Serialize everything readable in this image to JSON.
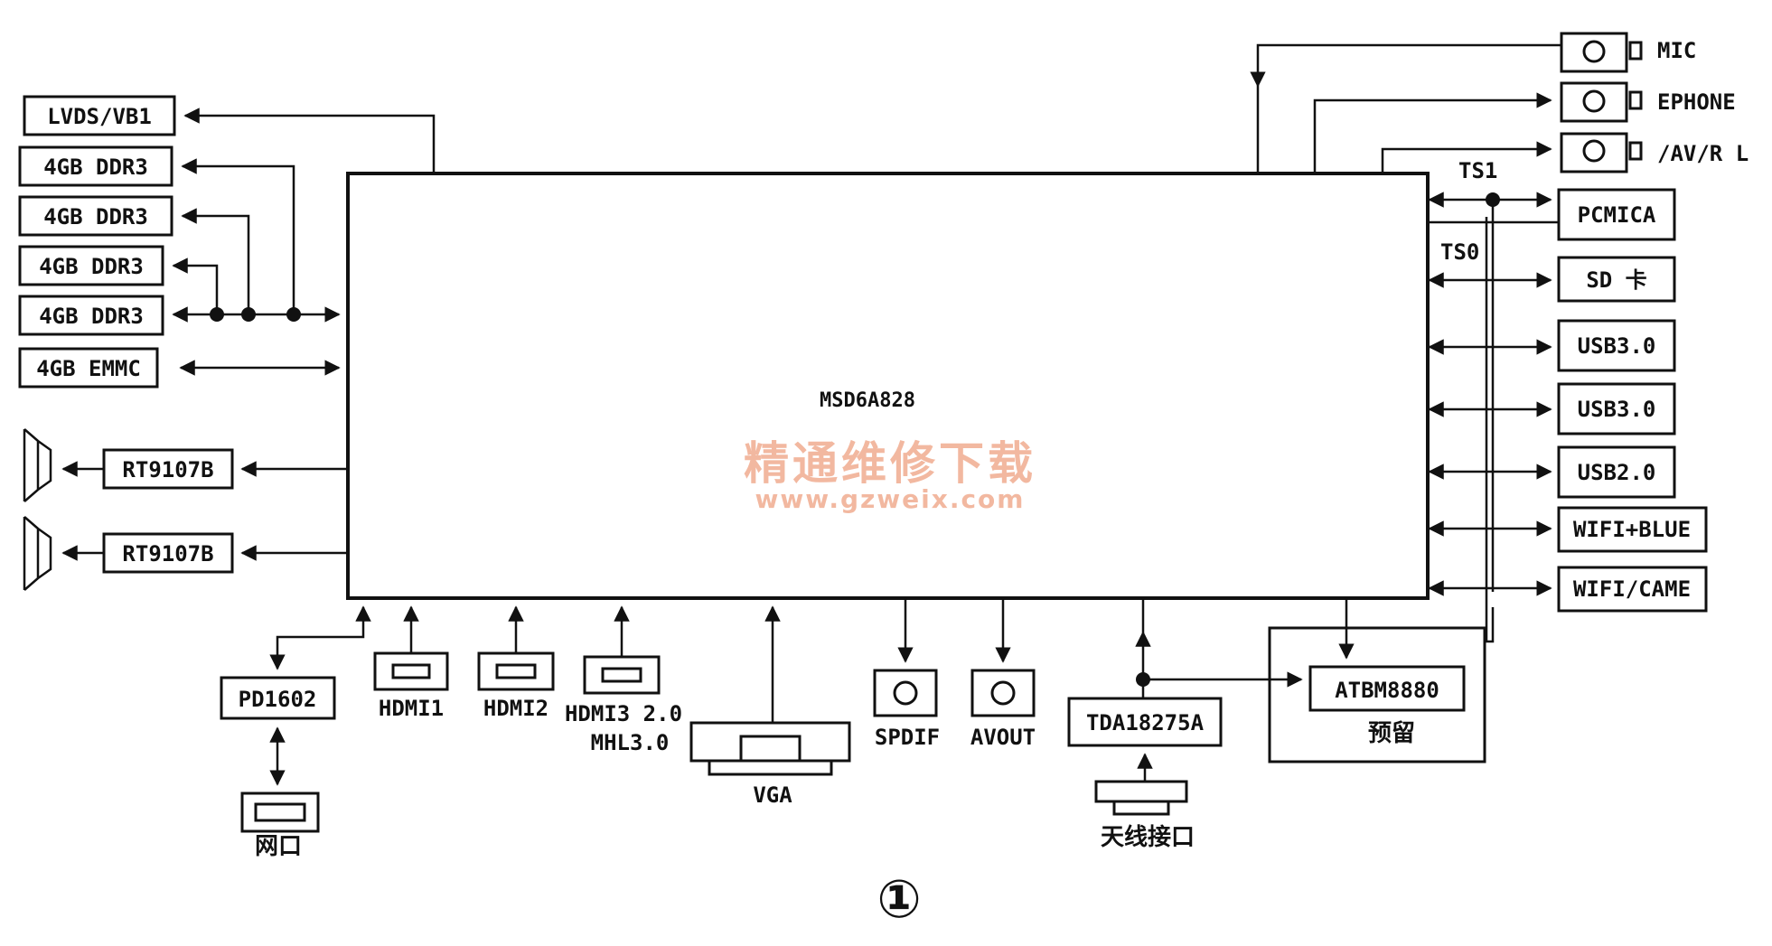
{
  "soc": "MSD6A828",
  "left_blocks": {
    "lvds": "LVDS/VB1",
    "ddr1": "4GB DDR3",
    "ddr2": "4GB DDR3",
    "ddr3": "4GB DDR3",
    "ddr4": "4GB DDR3",
    "emmc": "4GB EMMC",
    "amp1": "RT9107B",
    "amp2": "RT9107B"
  },
  "right_blocks": {
    "mic": "MIC",
    "ephone": "EPHONE",
    "av": "/AV/R L",
    "ts1": "TS1",
    "ts0": "TS0",
    "pcmcia": "PCMICA",
    "sd": "SD 卡",
    "usb30a": "USB3.0",
    "usb30b": "USB3.0",
    "usb20": "USB2.0",
    "wifi_blue": "WIFI+BLUE",
    "wifi_came": "WIFI/CAME"
  },
  "bottom_blocks": {
    "pd1602": "PD1602",
    "netport": "网口",
    "hdmi1": "HDMI1",
    "hdmi2": "HDMI2",
    "hdmi3_l1": "HDMI3 2.0",
    "hdmi3_l2": "MHL3.0",
    "vga": "VGA",
    "spdif": "SPDIF",
    "avout": "AVOUT",
    "tuner": "TDA18275A",
    "antenna": "天线接口",
    "atbm": "ATBM8880",
    "reserved": "预留"
  },
  "watermark": {
    "cn": "精通维修下载",
    "url": "www.gzweix.com"
  },
  "figure_number": "①"
}
